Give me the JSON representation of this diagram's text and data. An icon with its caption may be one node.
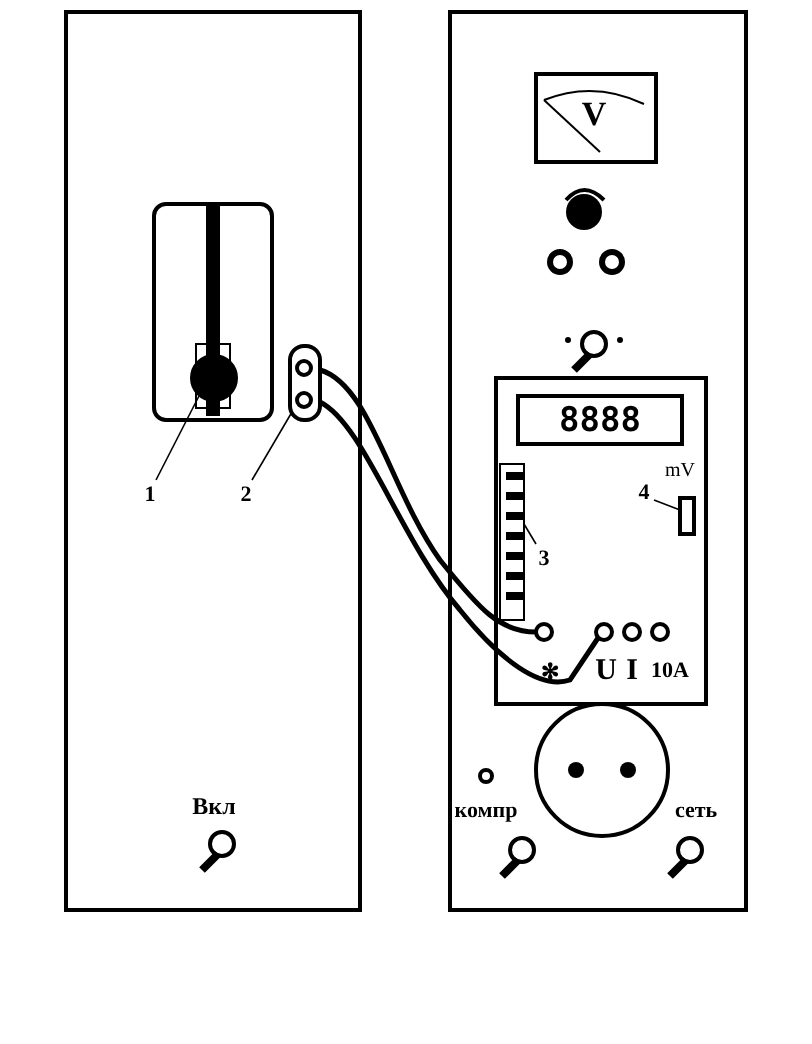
{
  "diagram": {
    "nodes": [
      {
        "text": [
          "1"
        ]
      },
      {
        "text": [],
        "shape": "circle"
      },
      {
        "text": [
          "2"
        ]
      },
      {
        "text": [],
        "shape": "box"
      },
      {
        "text": [
          "3"
        ]
      },
      {
        "text": [],
        "shape": "bar"
      },
      {
        "text": [
          "4"
        ]
      },
      {
        "text": [],
        "shape": "box"
      },
      {
        "text": [],
        "shape": "circle"
      },
      {
        "text": [],
        "shape": "circle"
      }
    ],
    "edges": [
      {
        "from": 0,
        "to": 1,
        "arrow": "none"
      },
      {
        "from": 2,
        "to": 3,
        "arrow": "none"
      },
      {
        "from": 4,
        "to": 5,
        "arrow": "none"
      },
      {
        "from": 6,
        "to": 7,
        "arrow": "none"
      },
      {
        "from": 3,
        "to": 8,
        "arrow": "none",
        "style": "thick"
      },
      {
        "from": 3,
        "to": 9,
        "arrow": "none",
        "style": "thick"
      }
    ],
    "labels": [
      "V",
      "8888",
      "mV",
      "✻",
      "U",
      "I",
      "10A",
      "Вкл",
      "компр",
      "сеть"
    ]
  }
}
